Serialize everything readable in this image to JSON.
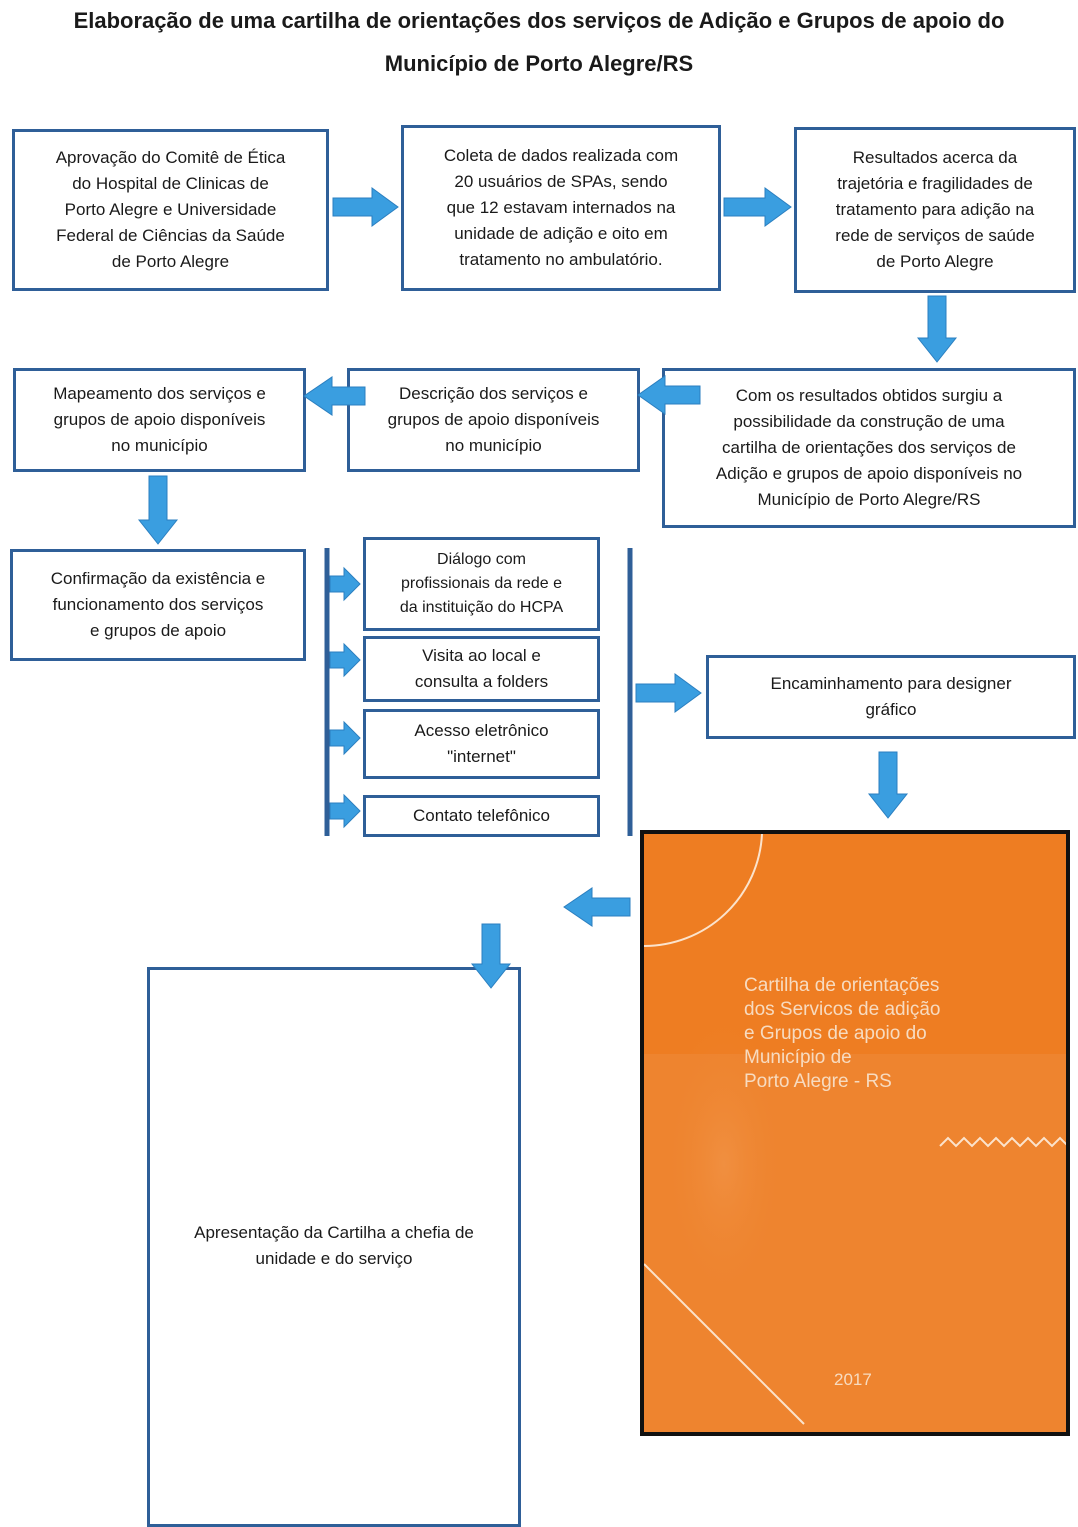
{
  "title": {
    "line1": "Elaboração de uma cartilha de orientações dos serviços de Adição e Grupos de apoio do",
    "line2": "Município de Porto Alegre/RS"
  },
  "boxes": {
    "aprovacao": "Aprovação do Comitê de Ética\ndo Hospital de Clinicas de\nPorto Alegre e Universidade\nFederal de Ciências da Saúde\nde Porto Alegre",
    "coleta": "Coleta de dados realizada com\n20 usuários de SPAs, sendo\nque 12 estavam internados na\nunidade de adição e oito em\ntratamento no ambulatório.",
    "resultados": "Resultados acerca da\ntrajetória e fragilidades de\ntratamento para adição na\nrede de serviços de saúde\nde Porto Alegre",
    "com_resultados": "Com os resultados obtidos surgiu a\npossibilidade da construção de uma\ncartilha de orientações dos serviços de\nAdição e grupos de apoio disponíveis no\nMunicípio de Porto Alegre/RS",
    "descricao": "Descrição dos serviços e\ngrupos de apoio disponíveis\nno município",
    "mapeamento": "Mapeamento dos serviços e\ngrupos de apoio disponíveis\nno município",
    "confirmacao": "Confirmação da existência e\nfuncionamento dos serviços\ne grupos de apoio",
    "dialogo": "Diálogo com\nprofissionais da rede e\nda instituição do HCPA",
    "visita": "Visita ao local e\nconsulta a folders",
    "acesso": "Acesso eletrônico\n\"internet\"",
    "contato": "Contato telefônico",
    "encaminhamento": "Encaminhamento para designer\ngráfico",
    "apresentacao": "Apresentação da Cartilha a chefia de\nunidade e do serviço"
  },
  "cover": {
    "title": "Cartilha de orientações\ndos Servicos de adição\ne Grupos de apoio do\nMunicípio de\nPorto Alegre - RS",
    "year": "2017"
  },
  "colors": {
    "box_border": "#2f5f98",
    "arrow": "#3a9ee0",
    "cover_orange": "#ee7d22"
  }
}
